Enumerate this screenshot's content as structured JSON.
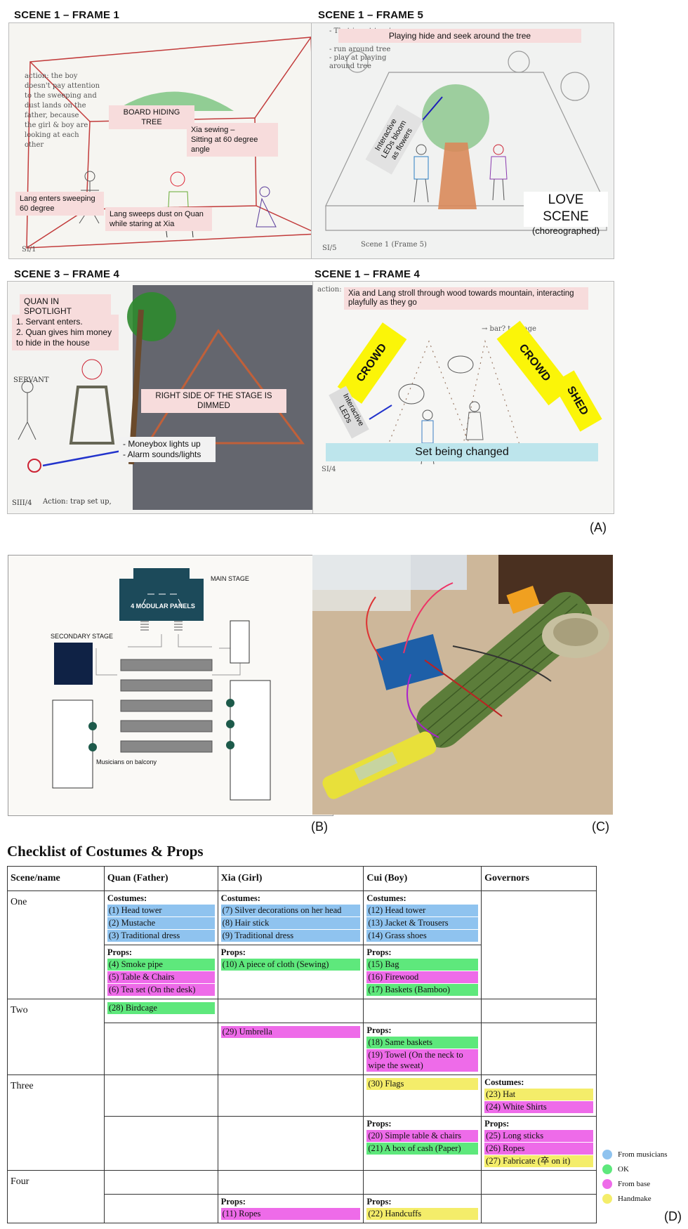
{
  "panelA": {
    "f1": {
      "title": "SCENE 1 – FRAME 1",
      "notes": [
        "BOARD HIDING TREE",
        "Xia sewing –\nSitting at 60 degree angle",
        "Lang enters sweeping\n60 degree",
        "Lang sweeps dust on Quan\nwhile staring at Xia"
      ]
    },
    "f5": {
      "title": "SCENE 1 – FRAME 5",
      "notes": [
        "Playing hide and seek around the tree",
        "Interactive\nLEDs bloom\nas flowers"
      ],
      "love": "LOVE SCENE",
      "love_sub": "(choreographed)"
    },
    "f34": {
      "title": "SCENE 3 – FRAME 4",
      "notes": [
        "QUAN IN SPOTLIGHT",
        "1. Servant enters.\n2. Quan gives him money\nto hide in the house",
        "RIGHT SIDE OF THE STAGE IS DIMMED",
        "- Moneybox lights up\n- Alarm sounds/lights"
      ]
    },
    "f4": {
      "title": "SCENE 1 – FRAME 4",
      "notes": [
        "Xia and Lang stroll through wood towards mountain, interacting\nplayfully as they go"
      ],
      "crowd": "CROWD",
      "shed": "SHED",
      "leds": "Interactive\nLEDs",
      "set": "Set being changed"
    },
    "label": "(A)"
  },
  "panelB": {
    "main_stage": "MAIN STAGE",
    "modular": "4 MODULAR PANELS",
    "secondary": "SECONDARY STAGE",
    "musicians": "Musicians on balcony",
    "label": "(B)"
  },
  "panelC": {
    "label": "(C)"
  },
  "panelD": {
    "title": "Checklist of Costumes & Props",
    "headers": [
      "Scene/name",
      "Quan (Father)",
      "Xia (Girl)",
      "Cui (Boy)",
      "Governors"
    ],
    "scenes": [
      "One",
      "Two",
      "Three",
      "Four"
    ],
    "costumes": "Costumes:",
    "props": "Props:",
    "items": {
      "i1": "(1) Head tower",
      "i2": "(2) Mustache",
      "i3": "(3) Traditional dress",
      "i7": "(7) Silver decorations on her head",
      "i8": "(8) Hair stick",
      "i9": "(9) Traditional dress",
      "i12": "(12) Head tower",
      "i13": "(13) Jacket & Trousers",
      "i14": "(14) Grass shoes",
      "i4": "(4) Smoke pipe",
      "i5": "(5) Table & Chairs",
      "i6": "(6) Tea set (On the desk)",
      "i10": "(10) A piece of cloth (Sewing)",
      "i15": "(15) Bag",
      "i16": "(16) Firewood",
      "i17": "(17) Baskets (Bamboo)",
      "i28": "(28) Birdcage",
      "i29": "(29) Umbrella",
      "i18": "(18) Same baskets",
      "i19": "(19) Towel (On the neck to wipe the sweat)",
      "i30": "(30) Flags",
      "i23": "(23) Hat",
      "i24": "(24) White Shirts",
      "i20": "(20) Simple table & chairs",
      "i21": "(21) A box of cash (Paper)",
      "i25": "(25) Long sticks",
      "i26": "(26) Ropes",
      "i27": "(27) Fabricate (卒 on it)",
      "i11": "(11) Ropes",
      "i22": "(22) Handcuffs"
    },
    "legend": [
      "From musicians",
      "OK",
      "From base",
      "Handmake"
    ],
    "legend_colors": [
      "#8fc3ef",
      "#5ee87c",
      "#ee6be9",
      "#f4ed6a"
    ],
    "label": "(D)"
  }
}
